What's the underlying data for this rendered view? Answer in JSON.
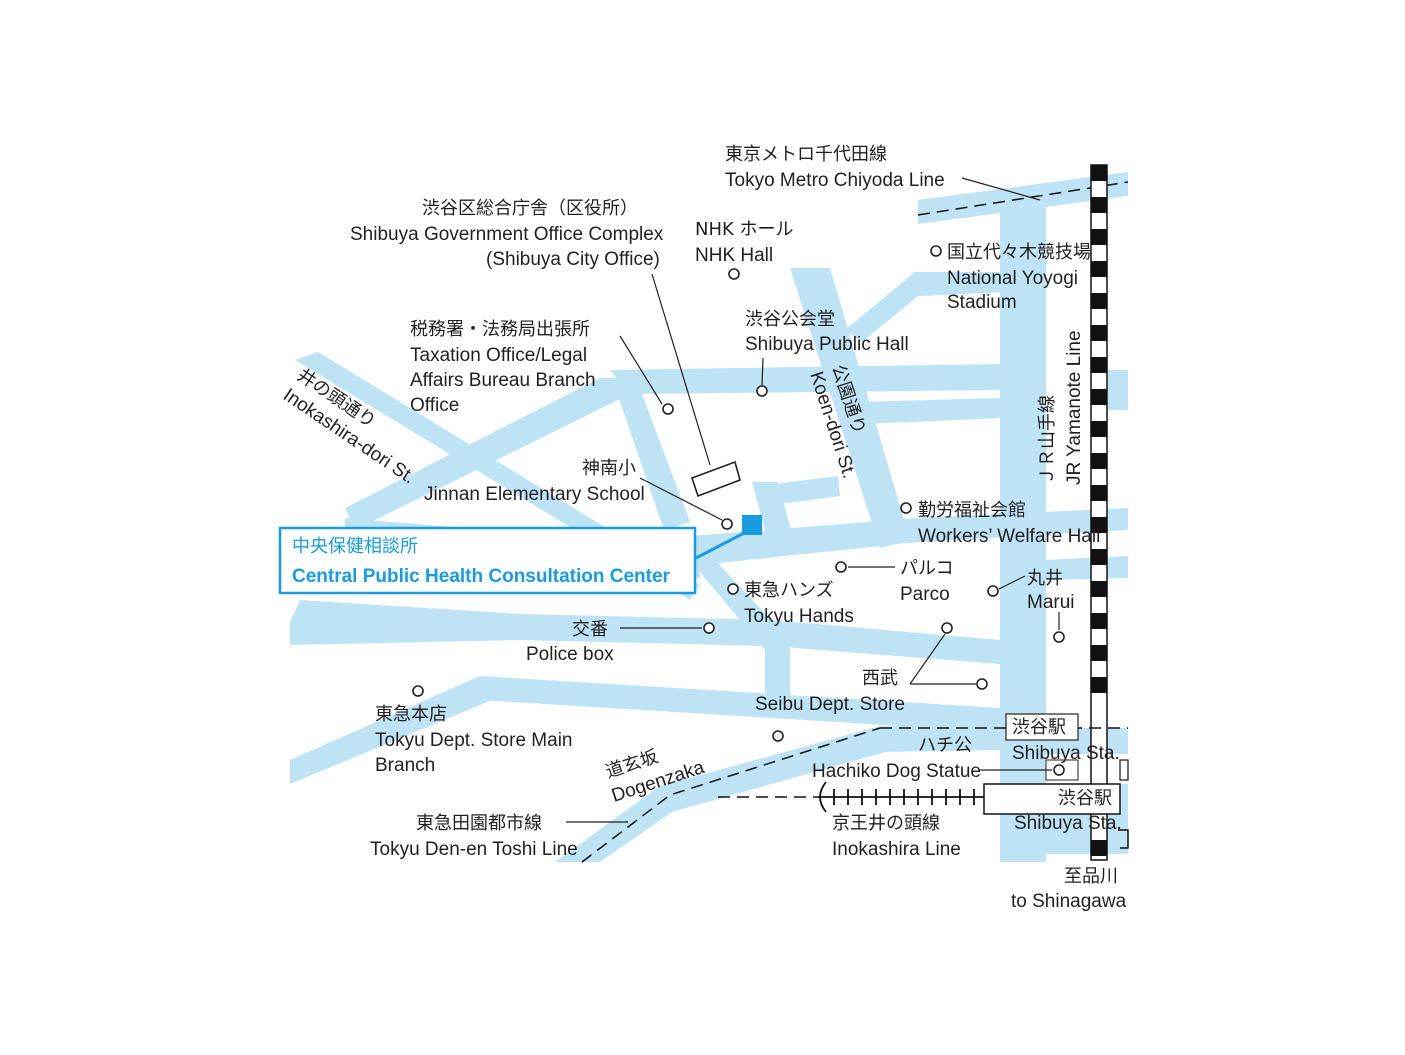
{
  "map": {
    "highlight_color": "#1a9be0",
    "road_color": "#bde3f5",
    "railway_color": "#111111",
    "labels": {
      "chiyoda_jp": "東京メトロ千代田線",
      "chiyoda_en": "Tokyo Metro Chiyoda Line",
      "govt_jp": "渋谷区総合庁舎（区役所）",
      "govt_en1": "Shibuya Government Office Complex",
      "govt_en2": "(Shibuya City Office)",
      "nhk_jp": "NHK ホール",
      "nhk_en": "NHK Hall",
      "yoyogi_jp": "国立代々木競技場",
      "yoyogi_en1": "National Yoyogi",
      "yoyogi_en2": "Stadium",
      "public_hall_jp": "渋谷公会堂",
      "public_hall_en": "Shibuya Public Hall",
      "tax_jp": "税務署・法務局出張所",
      "tax_en1": "Taxation Office/Legal",
      "tax_en2": "Affairs Bureau Branch",
      "tax_en3": "Office",
      "inokashira_jp": "井の頭通り",
      "inokashira_en": "Inokashira-dori St.",
      "koen_jp": "公園通り",
      "koen_en": "Koen-dori St.",
      "yamanote_jp": "ＪＲ山手線",
      "yamanote_en": "JR Yamanote Line",
      "jinnan_jp": "神南小",
      "jinnan_en": "Jinnan Elementary School",
      "workers_jp": "勤労福祉会館",
      "workers_en": "Workers’ Welfare Hall",
      "center_jp": "中央保健相談所",
      "center_en": "Central Public Health Consultation Center",
      "hands_jp": "東急ハンズ",
      "hands_en": "Tokyu Hands",
      "parco_jp": "パルコ",
      "parco_en": "Parco",
      "marui_jp": "丸井",
      "marui_en": "Marui",
      "police_jp": "交番",
      "police_en": "Police box",
      "seibu_jp": "西武",
      "seibu_en": "Seibu Dept. Store",
      "tokyu_main_jp": "東急本店",
      "tokyu_main_en1": "Tokyu Dept. Store Main",
      "tokyu_main_en2": "Branch",
      "shibuya_sta_jp": "渋谷駅",
      "shibuya_sta_en": "Shibuya Sta.",
      "hachiko_jp": "ハチ公",
      "hachiko_en": "Hachiko Dog Statue",
      "dogenzaka_jp": "道玄坂",
      "dogenzaka_en": "Dogenzaka",
      "denentoshi_jp": "東急田園都市線",
      "denentoshi_en": "Tokyu Den-en Toshi Line",
      "keio_jp": "京王井の頭線",
      "keio_en": "Inokashira Line",
      "shibuya_sta2_jp": "渋谷駅",
      "shibuya_sta2_en": "Shibuya Sta.",
      "shinagawa_jp": "至品川",
      "shinagawa_en": "to Shinagawa"
    }
  }
}
